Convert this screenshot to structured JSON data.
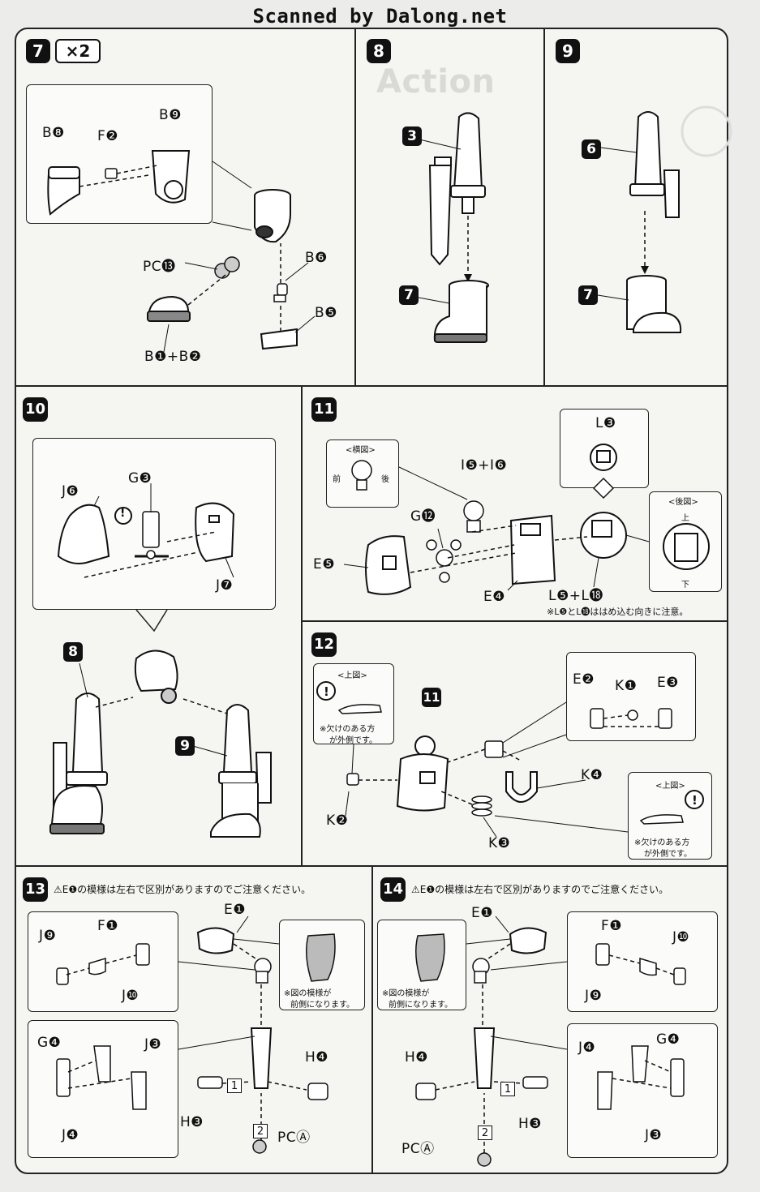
{
  "header": {
    "text": "Scanned by Dalong.net"
  },
  "steps": {
    "s7": {
      "num": "7",
      "qty": "×2",
      "labels": {
        "b8": "B❽",
        "f2": "F❷",
        "b9": "B❾",
        "pc13": "PC⓭",
        "b6": "B❻",
        "b5": "B❺",
        "b1b2": "B❶+B❷"
      }
    },
    "s8": {
      "num": "8",
      "ref_top": "3",
      "ref_bottom": "7",
      "watermark": "Action"
    },
    "s9": {
      "num": "9",
      "ref_top": "6",
      "ref_bottom": "7"
    },
    "s10": {
      "num": "10",
      "labels": {
        "j6": "J❻",
        "g3": "G❸",
        "j7": "J❼"
      },
      "ref_left": "8",
      "ref_right": "9",
      "warn": "!"
    },
    "s11": {
      "num": "11",
      "side_view": {
        "title": "<横図>",
        "front": "前",
        "back": "後"
      },
      "rear_view": {
        "title": "<後図>",
        "top": "上",
        "bottom": "下"
      },
      "labels": {
        "l3": "L❸",
        "i5i6": "I❺+I❻",
        "g12": "G⓬",
        "e5": "E❺",
        "e4": "E❹",
        "l5l18": "L❺+L⓲"
      },
      "note": "※L❺とL⓲ははめ込む向きに注意。"
    },
    "s12": {
      "num": "12",
      "top_view_a": {
        "title": "<上図>",
        "note1": "※欠けのある方",
        "note2": "が外側です。"
      },
      "top_view_b": {
        "title": "<上図>",
        "note1": "※欠けのある方",
        "note2": "が外側です。"
      },
      "ref": "11",
      "labels": {
        "e2": "E❷",
        "k1": "K❶",
        "e3": "E❸",
        "k4": "K❹",
        "k2": "K❷",
        "k3": "K❸"
      }
    },
    "s13": {
      "num": "13",
      "warn": "⚠E❶の模様は左右で区別がありますのでご注意ください。",
      "labels": {
        "e1": "E❶",
        "j9": "J❾",
        "f1": "F❶",
        "j10": "J❿",
        "g4": "G❹",
        "j3": "J❸",
        "j4": "J❹",
        "h4": "H❹",
        "h3": "H❸",
        "pca": "PCⒶ"
      },
      "note1": "※図の模様が",
      "note2": "前側になります。",
      "box1": "1",
      "box2": "2"
    },
    "s14": {
      "num": "14",
      "warn": "⚠E❶の模様は左右で区別がありますのでご注意ください。",
      "labels": {
        "e1": "E❶",
        "f1": "F❶",
        "j10": "J❿",
        "j9": "J❾",
        "h4": "H❹",
        "j4": "J❹",
        "g4": "G❹",
        "h3": "H❸",
        "j3": "J❸",
        "pca": "PCⒶ"
      },
      "note1": "※図の模様が",
      "note2": "前側になります。",
      "box1": "1",
      "box2": "2"
    }
  }
}
